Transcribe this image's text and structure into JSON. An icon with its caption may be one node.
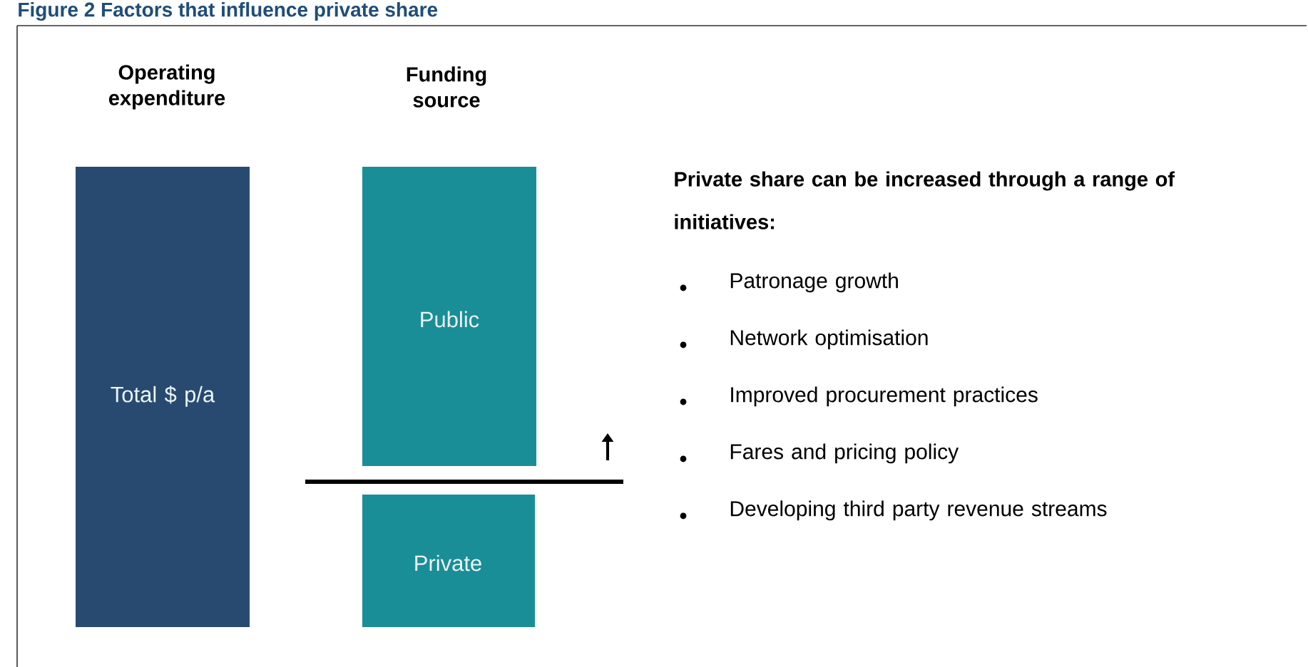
{
  "diagram": {
    "title": "Figure 2 Factors that influence private share",
    "nodes": [
      {
        "text": [
          "Operating expenditure",
          "Total $ p/a"
        ]
      },
      {
        "text": [
          "Funding source",
          "Public"
        ]
      },
      {
        "text": [
          "Private"
        ]
      }
    ],
    "labels": [
      "Private share can be increased through a range of initiatives:",
      "Patronage growth",
      "Network optimisation",
      "Improved procurement practices",
      "Fares and pricing policy",
      "Developing third party revenue streams"
    ]
  }
}
